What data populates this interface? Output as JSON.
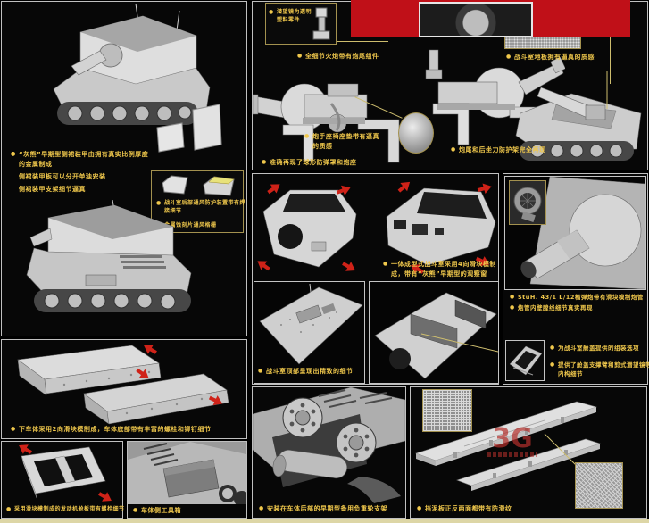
{
  "colors": {
    "background": "#000000",
    "label_text": "#f0c84c",
    "red_arrow": "#cf2218",
    "banner_red": "#c01018",
    "inset_border": "#a3914f",
    "panel_border": "#bfbfbf",
    "watermark_red": "#b5302c",
    "bottom_strip": "#ddd6a6"
  },
  "panels": {
    "side_armor": {
      "bullets": [
        "“灰熊”早期型侧裙装甲由拥有真实比例厚度的金属制成",
        "侧裙装甲板可以分开单独安装",
        "侧裙装甲支架细节逼真"
      ],
      "vent_inset_bullets": [
        "战斗室后部通风防护装置带有焊接细节",
        "金属蚀刻片通风格栅"
      ]
    },
    "gun": {
      "periscope_note": "潜望镜为透明塑料零件",
      "full_detail": "全细节火炮带有炮尾组件",
      "seat": "炮手座椅座垫带有逼真的质感",
      "ball_mount": "准确再现了球形防弹罩和炮座",
      "floor": "战斗室地板拥有逼真的质感",
      "recoil_guard": "炮尾和后坐力防护架完全再现"
    },
    "superstructure": {
      "one_piece": "一体成型式战斗室采用4向滑块模制成，带有“灰熊”早期型的观察窗",
      "roof_detail": "战斗室顶部呈现出精致的细节"
    },
    "barrel": {
      "stuh": "StuH. 43/1 L/12榴弹炮带有滑块模制炮管",
      "rifling": "炮管内壁膛线细节真实再现",
      "hatch_options": "为战斗室舱盖提供的组装选项",
      "hatch_interior": "提供了舱盖支撑臂和剪式潜望镜等内构细节"
    },
    "lower_hull": {
      "label": "下车体采用2向滑块模制成，车体底部带有丰富的螺栓和铆钉细节"
    },
    "engine_deck": {
      "label": "采用滑块模制成的发动机舱板带有螺栓细节"
    },
    "toolbox": {
      "label": "车体侧工具箱"
    },
    "spare_wheels": {
      "label": "安装在车体后部的早期型备用负重轮支架"
    },
    "fenders": {
      "label": "挡泥板正反两面都带有防滑纹"
    }
  },
  "watermark": {
    "text": "3G"
  }
}
